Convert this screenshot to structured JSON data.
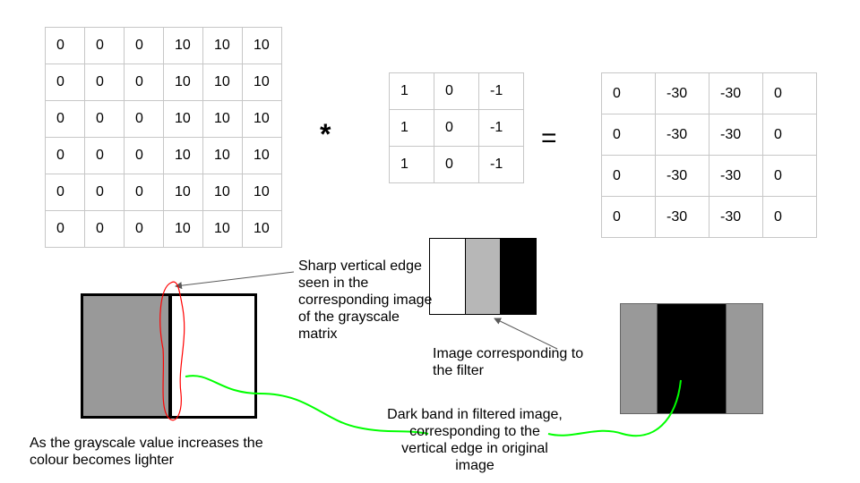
{
  "input_matrix": {
    "rows": [
      [
        "0",
        "0",
        "0",
        "10",
        "10",
        "10"
      ],
      [
        "0",
        "0",
        "0",
        "10",
        "10",
        "10"
      ],
      [
        "0",
        "0",
        "0",
        "10",
        "10",
        "10"
      ],
      [
        "0",
        "0",
        "0",
        "10",
        "10",
        "10"
      ],
      [
        "0",
        "0",
        "0",
        "10",
        "10",
        "10"
      ],
      [
        "0",
        "0",
        "0",
        "10",
        "10",
        "10"
      ]
    ]
  },
  "operator_conv": "*",
  "filter_matrix": {
    "rows": [
      [
        "1",
        "0",
        "-1"
      ],
      [
        "1",
        "0",
        "-1"
      ],
      [
        "1",
        "0",
        "-1"
      ]
    ]
  },
  "operator_equals": "=",
  "output_matrix": {
    "rows": [
      [
        "0",
        "-30",
        "-30",
        "0"
      ],
      [
        "0",
        "-30",
        "-30",
        "0"
      ],
      [
        "0",
        "-30",
        "-30",
        "0"
      ],
      [
        "0",
        "-30",
        "-30",
        "0"
      ]
    ]
  },
  "captions": {
    "edge": "Sharp vertical edge seen in the corresponding image of the grayscale matrix",
    "filter": "Image corresponding to the filter",
    "grayscale": "As the grayscale value increases the colour becomes lighter",
    "band": "Dark band in filtered image, corresponding to the vertical edge in original image"
  },
  "colors": {
    "gray": "#999999",
    "light_gray": "#b7b7b7",
    "black": "#000000",
    "white": "#ffffff",
    "highlight_red": "#ff0000",
    "connector_green": "#00ff00",
    "arrow_gray": "#595959"
  }
}
